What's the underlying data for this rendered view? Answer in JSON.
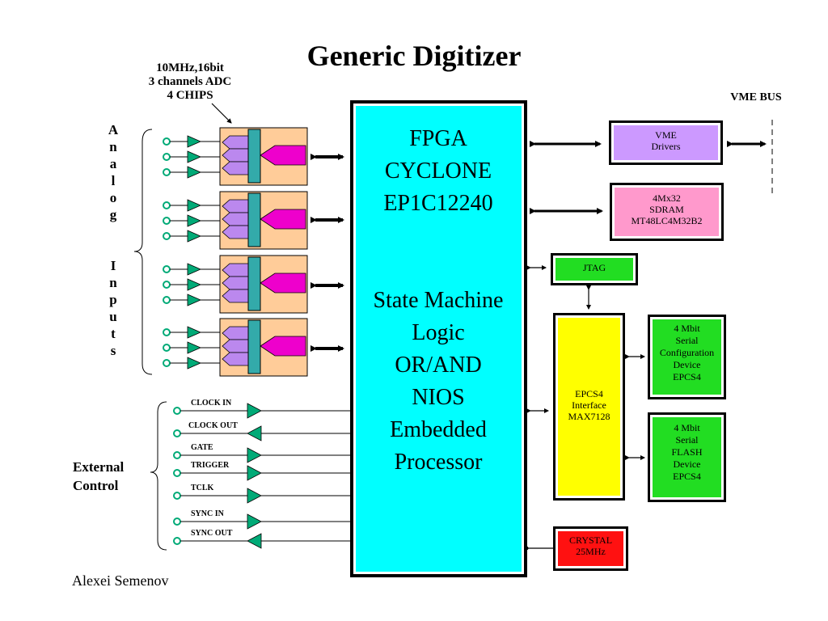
{
  "title": "Generic  Digitizer",
  "adc_note": [
    "10MHz,16bit",
    "3 channels ADC",
    "4 CHIPS"
  ],
  "vme_bus_label": "VME BUS",
  "analog_inputs_label": {
    "word1": [
      "A",
      "n",
      "a",
      "l",
      "o",
      "g"
    ],
    "word2": [
      "I",
      "n",
      "p",
      "u",
      "t",
      "s"
    ]
  },
  "external_control_label": [
    "External",
    "Control"
  ],
  "fpga": {
    "lines_top": [
      "FPGA",
      "CYCLONE",
      "EP1C12240"
    ],
    "lines_bottom": [
      "State Machine",
      "Logic",
      "OR/AND",
      "NIOS",
      "Embedded",
      "Processor"
    ]
  },
  "vme_drivers": [
    "VME",
    "Drivers"
  ],
  "sdram": [
    "4Mx32",
    "SDRAM",
    "MT48LC4M32B2"
  ],
  "jtag": "JTAG",
  "epcs_interface": [
    "EPCS4",
    "Interface",
    "MAX7128"
  ],
  "config_device": [
    "4 Mbit",
    "Serial",
    "Configuration",
    "Device",
    "EPCS4"
  ],
  "flash_device": [
    "4 Mbit",
    "Serial",
    "FLASH",
    "Device",
    "EPCS4"
  ],
  "crystal": [
    "CRYSTAL",
    "25MHz"
  ],
  "signals": [
    {
      "label": "CLOCK IN",
      "direction": "in"
    },
    {
      "label": "CLOCK OUT",
      "direction": "out"
    },
    {
      "label": "GATE",
      "direction": "in"
    },
    {
      "label": "TRIGGER",
      "direction": "in"
    },
    {
      "label": "TCLK",
      "direction": "in"
    },
    {
      "label": "SYNC IN",
      "direction": "in"
    },
    {
      "label": "SYNC OUT",
      "direction": "out"
    }
  ],
  "author": "Alexei Semenov",
  "colors": {
    "fpga": "#00ffff",
    "adc_board": "#ffcc99",
    "adc_bar": "#33aaaa",
    "amp_purple": "#bb88ee",
    "pink_arrow": "#ee00cc",
    "green_triangle": "#00aa77",
    "vme_drivers": "#cc99ff",
    "sdram": "#ff99cc",
    "green_box": "#22dd22",
    "epcs_interface": "#ffff00",
    "crystal": "#ff1111"
  }
}
